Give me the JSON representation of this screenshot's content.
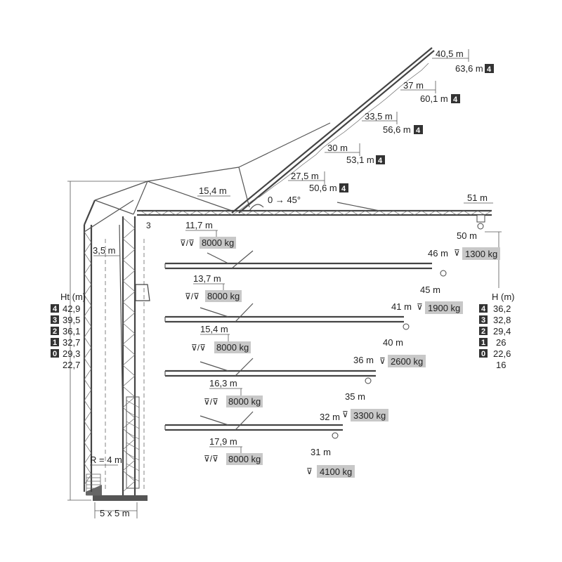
{
  "luffing_jib": {
    "configs": [
      {
        "radius": "40,5 m",
        "height": "63,6 m",
        "badge": "4"
      },
      {
        "radius": "37 m",
        "height": "60,1 m",
        "badge": "4"
      },
      {
        "radius": "33,5 m",
        "height": "56,6 m",
        "badge": "4"
      },
      {
        "radius": "30 m",
        "height": "53,1 m",
        "badge": "4"
      },
      {
        "radius": "27,5 m",
        "height": "50,6 m",
        "badge": "4"
      }
    ],
    "angle_label": "0 → 45°",
    "min_radius": "15,4 m"
  },
  "main_jib": {
    "max_radius": "51 m"
  },
  "ht_table": {
    "title": "Ht (m)",
    "rows": [
      {
        "badge": "4",
        "value": "42,9"
      },
      {
        "badge": "3",
        "value": "39,5"
      },
      {
        "badge": "2",
        "value": "36,1"
      },
      {
        "badge": "1",
        "value": "32,7"
      },
      {
        "badge": "0",
        "value": "29,3"
      },
      {
        "badge": "",
        "value": "22,7"
      }
    ]
  },
  "h_table": {
    "title": "H (m)",
    "rows": [
      {
        "badge": "4",
        "value": "36,2"
      },
      {
        "badge": "3",
        "value": "32,8"
      },
      {
        "badge": "2",
        "value": "29,4"
      },
      {
        "badge": "1",
        "value": "26"
      },
      {
        "badge": "0",
        "value": "22,6"
      },
      {
        "badge": "",
        "value": "16"
      }
    ]
  },
  "jibs": [
    {
      "min_radius": "11,7 m",
      "min_load": "8000 kg",
      "tip_radius": "",
      "tip_load": "",
      "max_radius": "50 m",
      "max_load": "1300 kg"
    },
    {
      "min_radius": "13,7 m",
      "min_load": "8000 kg",
      "tip_radius": "46 m",
      "tip_load": "",
      "max_radius": "45 m",
      "max_load": "1900 kg"
    },
    {
      "min_radius": "15,4 m",
      "min_load": "8000 kg",
      "tip_radius": "41 m",
      "tip_load": "",
      "max_radius": "40 m",
      "max_load": "2600 kg"
    },
    {
      "min_radius": "16,3 m",
      "min_load": "8000 kg",
      "tip_radius": "36 m",
      "tip_load": "",
      "max_radius": "35 m",
      "max_load": "3300 kg"
    },
    {
      "min_radius": "17,9 m",
      "min_load": "8000 kg",
      "tip_radius": "32 m",
      "tip_load": "",
      "max_radius": "31 m",
      "max_load": "4100 kg"
    }
  ],
  "tower": {
    "offset": "3,5 m",
    "base": "5 x 5 m",
    "radius": "R = 4 m",
    "counter_mark": "3"
  }
}
